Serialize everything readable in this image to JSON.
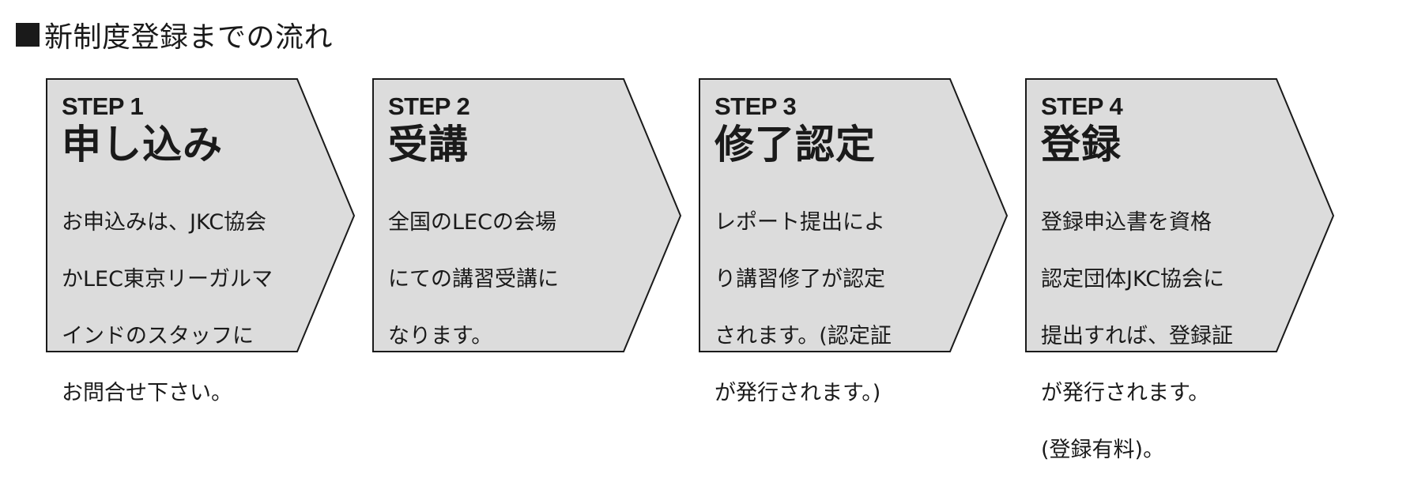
{
  "heading": {
    "marker": "■",
    "title": "新制度登録までの流れ"
  },
  "steps": [
    {
      "label": "STEP 1",
      "title": "申し込み",
      "description_lines": [
        "お申込みは、JKC協会",
        "かLEC東京リーガルマ",
        "インドのスタッフに",
        "お問合せ下さい。"
      ]
    },
    {
      "label": "STEP 2",
      "title": "受講",
      "description_lines": [
        "全国のLECの会場",
        "にての講習受講に",
        "なります。"
      ]
    },
    {
      "label": "STEP 3",
      "title": "修了認定",
      "description_lines": [
        "レポート提出によ",
        "り講習修了が認定",
        "されます。(認定証",
        "が発行されます。)"
      ]
    },
    {
      "label": "STEP 4",
      "title": "登録",
      "description_lines": [
        "登録申込書を資格",
        "認定団体JKC協会に",
        "提出すれば、登録証",
        "が発行されます。",
        "(登録有料)。"
      ]
    }
  ],
  "colors": {
    "arrow_fill": "#dcdcdc",
    "arrow_stroke": "#1a1a1a",
    "text": "#1a1a1a"
  }
}
